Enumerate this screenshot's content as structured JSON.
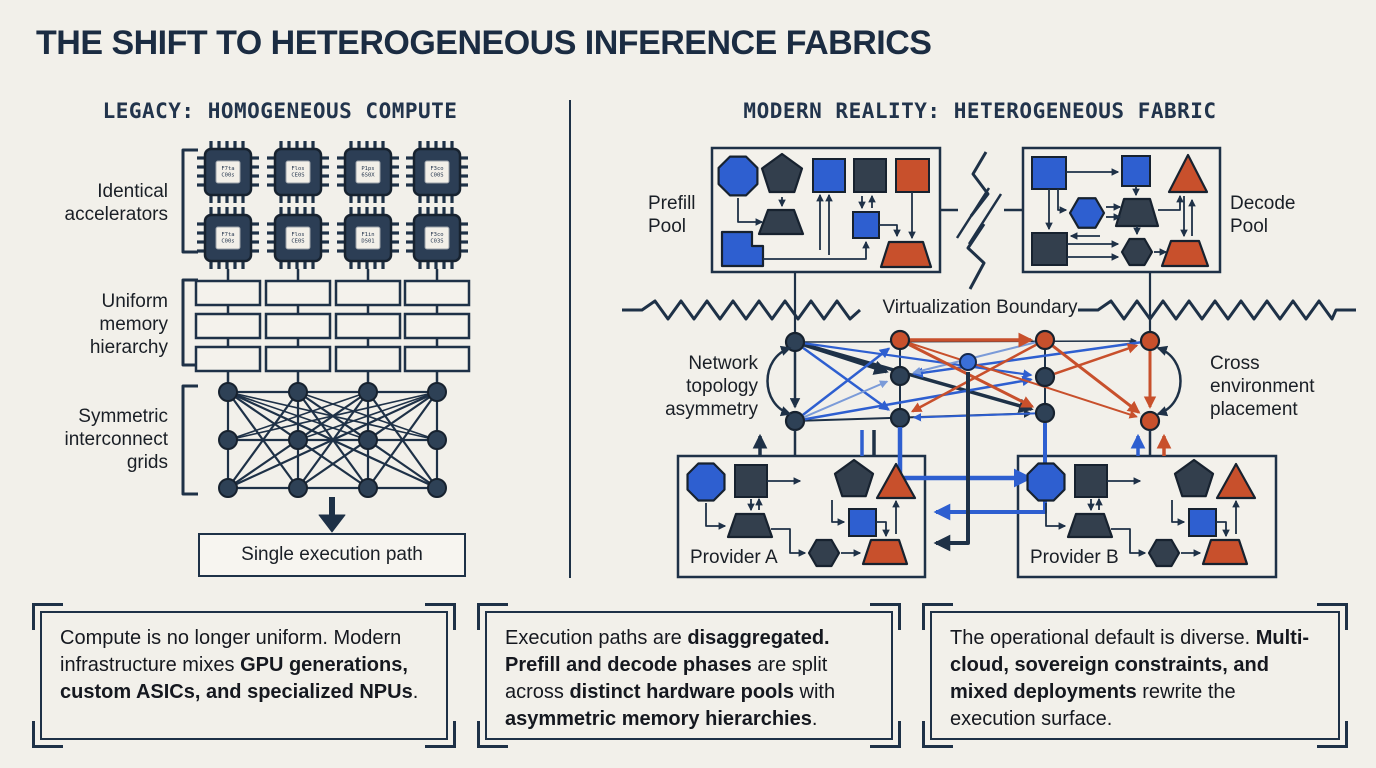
{
  "title": "THE SHIFT TO HETEROGENEOUS INFERENCE FABRICS",
  "left_panel": {
    "header": "LEGACY: HOMOGENEOUS COMPUTE",
    "labels": {
      "accelerators": "Identical\naccelerators",
      "memory": "Uniform\nmemory\nhierarchy",
      "interconnect": "Symmetric\ninterconnect\ngrids",
      "execution": "Single execution path"
    },
    "chip_labels": [
      "F7ta C00s",
      "Flos CE0S",
      "P1ps 6S0X",
      "F3co C00S",
      "F7ta C00s",
      "Flos CE0S",
      "F1in DS01",
      "F3co C03S"
    ]
  },
  "right_panel": {
    "header": "MODERN REALITY: HETEROGENEOUS FABRIC",
    "labels": {
      "prefill": "Prefill\nPool",
      "decode": "Decode\nPool",
      "boundary": "Virtualization Boundary",
      "network": "Network\ntopology\nasymmetry",
      "cross": "Cross\nenvironment\nplacement",
      "provider_a": "Provider A",
      "provider_b": "Provider B"
    }
  },
  "callouts": [
    {
      "segments": [
        {
          "text": "Compute is no longer uniform. Modern infrastructure mixes ",
          "bold": false
        },
        {
          "text": "GPU generations, custom ASICs, and specialized NPUs",
          "bold": true
        },
        {
          "text": ".",
          "bold": false
        }
      ]
    },
    {
      "segments": [
        {
          "text": "Execution paths are ",
          "bold": false
        },
        {
          "text": "disaggregated. Prefill and decode phases",
          "bold": true
        },
        {
          "text": " are split across ",
          "bold": false
        },
        {
          "text": "distinct hardware pools",
          "bold": true
        },
        {
          "text": " with ",
          "bold": false
        },
        {
          "text": "asymmetric memory hierarchies",
          "bold": true
        },
        {
          "text": ".",
          "bold": false
        }
      ]
    },
    {
      "segments": [
        {
          "text": "The operational default is diverse. ",
          "bold": false
        },
        {
          "text": "Multi-cloud, sovereign constraints, and mixed deployments",
          "bold": true
        },
        {
          "text": " rewrite the execution surface.",
          "bold": false
        }
      ]
    }
  ],
  "colors": {
    "background": "#f2f0ea",
    "ink": "#1e3147",
    "slate": "#333f4d",
    "blue": "#2e5fd0",
    "light_blue": "#7b9bd8",
    "orange": "#c8502c",
    "chip_body": "#2c3e55",
    "panel_fill": "#f3f1eb"
  }
}
